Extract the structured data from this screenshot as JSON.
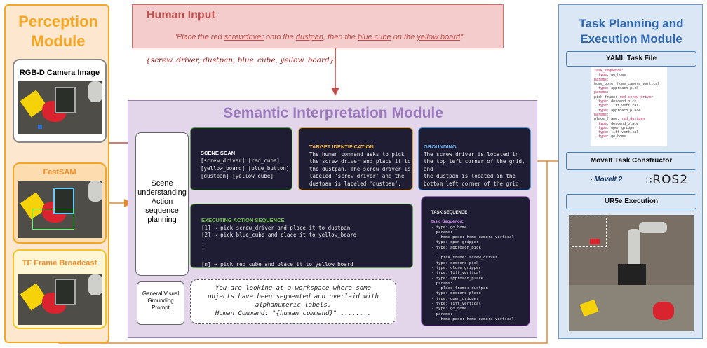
{
  "perception": {
    "title_line1": "Perception",
    "title_line2": "Module",
    "rgbd_label": "RGB-D Camera Image",
    "fastsam_label": "FastSAM",
    "tf_label": "TF Frame Broadcast"
  },
  "human_input": {
    "title": "Human Input",
    "command_parts": [
      "\"Place the red ",
      "screwdriver",
      " onto the ",
      "dustpan",
      ", then the ",
      "blue cube",
      " on the ",
      "yellow board",
      "\""
    ],
    "object_set": "{screw_driver, dustpan, blue_cube, yellow_board}"
  },
  "semantic": {
    "title": "Semantic Interpretation Module",
    "scene_box_lines": [
      "Scene",
      "understanding",
      "Action",
      "sequence",
      "planning"
    ],
    "gvgp_lines": [
      "General Visual",
      "Grounding",
      "Prompt"
    ],
    "scan": {
      "header": "SCENE SCAN",
      "lines": [
        "[screw_driver] [red_cube]",
        "[yellow_board] [blue_button]",
        "[dustpan] [yellow cube]"
      ]
    },
    "target": {
      "header": "TARGET IDENTIFICATION",
      "lines": [
        "The human command asks to pick",
        "the screw driver and place it to",
        "the dustpan. The screw driver is",
        "labeled 'screw_driver' and the",
        "dustpan is labeled 'dustpan'."
      ]
    },
    "grounding": {
      "header": "GROUNDING",
      "lines": [
        "The screw driver is located in",
        "the top left corner of the grid,",
        "and",
        "the dustpan is located in the",
        "bottom left corner of the grid"
      ]
    },
    "executing": {
      "header": "EXECUTING ACTION SEQUENCE",
      "lines": [
        "[1] → pick screw_driver and place it to dustpan",
        "[2] → pick blue_cube and place it to yellow_board",
        ".",
        ".",
        ".",
        "[n] → pick red_cube and place it to yellow_board"
      ]
    },
    "task_sequence": {
      "header": "TASK SEQUENCE",
      "subheader": "task_Sequence:",
      "lines": [
        "- type: go_home",
        "  params:",
        "    home_pose: home_camera_vertical",
        "- type: open_gripper",
        "- type: approach_pick",
        "  .",
        "    pick_frame: screw_driver",
        "- type: descend_pick",
        "- type: close_gripper",
        "- type: lift_vertical",
        "- type: approach_place",
        "  params:",
        "    place_frame: dustpan",
        "- type: descend_place",
        "- type: open_gripper",
        "- type: lift_vertical",
        "- type: go_home",
        "  params:",
        "    home_pose: home_camera_vertical"
      ]
    },
    "prompt_lines": [
      "You are looking at a workspace where some",
      "objects have been segmented and overlaid with",
      "alphanumeric labels.",
      "Human Command: \"{human_command}\" ........"
    ]
  },
  "planning": {
    "title_line1": "Task Planning and",
    "title_line2": "Execution Module",
    "yaml_header": "YAML Task File",
    "yaml_lines": [
      [
        "k",
        "task_sequence:"
      ],
      [
        "k",
        "- type: "
      ],
      [
        "",
        "go_home"
      ],
      [
        "k",
        "params:"
      ],
      [
        "",
        "home_pose: home_camera_vertical"
      ],
      [
        "k",
        "- type: "
      ],
      [
        "",
        "approach_pick"
      ],
      [
        "k",
        "params:"
      ],
      [
        "",
        "pick_frame: "
      ],
      [
        "k",
        "red_screw_driver"
      ],
      [
        "k",
        "- type: "
      ],
      [
        "",
        "descend_pick"
      ],
      [
        "k",
        "- type: "
      ],
      [
        "",
        "lift_vertical"
      ],
      [
        "k",
        "- type: "
      ],
      [
        "",
        "approach_place"
      ],
      [
        "k",
        "params:"
      ],
      [
        "",
        "place_frame: "
      ],
      [
        "k",
        "red_dustpan"
      ],
      [
        "k",
        "- type: "
      ],
      [
        "",
        "descend_place"
      ],
      [
        "k",
        "- type: "
      ],
      [
        "",
        "open_gripper"
      ],
      [
        "k",
        "- type: "
      ],
      [
        "",
        "lift_vertical"
      ],
      [
        "k",
        "- type: "
      ],
      [
        "",
        "go_home"
      ]
    ],
    "moveit_header": "MoveIt Task Constructor",
    "moveit_logo": "MoveIt 2",
    "ros2_logo": "ROS2",
    "ur5e_header": "UR5e Execution"
  },
  "colors": {
    "orange": "#f5a623",
    "red": "#c0504d",
    "purple": "#9b79bd",
    "blue": "#2f68b0"
  }
}
